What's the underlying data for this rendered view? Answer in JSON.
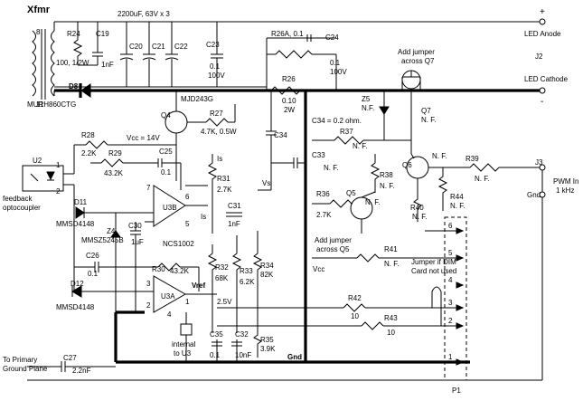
{
  "labels": {
    "xfmr": "Xfmr",
    "pin8": "8",
    "pin11": "11",
    "cap_bank": "2200uF, 63V x 3",
    "r24": "R24",
    "r24_val": "100, 1/2W",
    "c19": "C19",
    "c19_val": "1nF",
    "c20": "C20",
    "c21": "C21",
    "c22": "C22",
    "c23": "C23",
    "c23_val1": "0.1",
    "c23_val2": "100V",
    "d8": "D8",
    "d8_part": "MURH860CTG",
    "r26a": "R26A, 0.1",
    "c24": "C24",
    "c24_val1": "0.1",
    "c24_val2": "100V",
    "r26": "R26",
    "r26_val1": "0.10",
    "r26_val2": "2W",
    "c34": "C34",
    "c34_note": "C34 = 0.2 ohm.",
    "jumper_q7_1": "Add jumper",
    "jumper_q7_2": "across Q7",
    "z5": "Z5",
    "z5_val": "N.F.",
    "q7": "Q7",
    "q7_val": "N. F.",
    "plus": "+",
    "minus": "-",
    "led_anode": "LED Anode",
    "j2": "J2",
    "led_cathode": "LED Cathode",
    "q4": "Q4",
    "q4_part": "MJD243G",
    "r27": "R27",
    "r27_val": "4.7K, 0.5W",
    "r28": "R28",
    "r28_val": "2.2K",
    "vcc14": "Vcc = 14V",
    "r29": "R29",
    "r29_val": "43.2K",
    "c25": "C25",
    "c25_val": "0.1",
    "is1": "Is",
    "vs": "Vs",
    "r37": "R37",
    "r37_val": "N. F.",
    "u2": "U2",
    "fb1": "feedback",
    "fb2": "optocoupler",
    "p1": "1",
    "p2": "2",
    "d11": "D11",
    "d11_part": "MMSD4148",
    "z4": "Z4",
    "z4_part": "MMSZ5245B",
    "c30": "C30",
    "c30_val": "1uF",
    "r31": "R31",
    "r31_val": "2.7K",
    "u3b": "U3B",
    "pin7": "7",
    "pin6": "6",
    "pin5": "5",
    "is2": "Is",
    "c31": "C31",
    "c31_val": "1nF",
    "ncs": "NCS1002",
    "c33": "C33",
    "c33_val": "N. F.",
    "q6": "Q6",
    "q6_val": "N. F.",
    "r39": "R39",
    "r39_val": "N. F.",
    "j3": "J3",
    "pwm1": "PWM In",
    "pwm2": "1 kHz",
    "gnd_r": "Gnd",
    "r38": "R38",
    "r38_val": "N. F.",
    "r36": "R36",
    "r36_val": "2.7K",
    "q5": "Q5",
    "q5_val": "N. F.",
    "r44": "R44",
    "r44_val": "N. F.",
    "r40": "R40",
    "r40_val": "N. F.",
    "jumper_q5_1": "Add jumper",
    "jumper_q5_2": "across Q5",
    "r41": "R41",
    "r41_val": "N. F.",
    "vcc": "Vcc",
    "c26": "C26",
    "c26_val": "0.1",
    "r30": "R30",
    "r30_val": "43.2K",
    "r32": "R32",
    "r32_val": "68K",
    "r33": "R33",
    "r33_val": "6.2K",
    "r34": "R34",
    "r34_val": "82K",
    "jdim1": "Jumper if DIM",
    "jdim2": "Card not used",
    "d12": "D12",
    "d12_part": "MMSD4148",
    "u3a": "U3A",
    "vref": "Vref",
    "v25": "2.5V",
    "pin3": "3",
    "pin2": "2",
    "pin1": "1",
    "pin4": "4",
    "r42": "R42",
    "r42_val": "10",
    "r43": "R43",
    "r43_val": "10",
    "int1": "internal",
    "int2": "to U3",
    "c35": "C35",
    "c35_val": "0.1",
    "c32": "C32",
    "c32_val": "10nF",
    "r35": "R35",
    "r35_val": "3.9K",
    "gnd": "Gnd",
    "prim1": "To Primary",
    "prim2": "Ground Plane",
    "c27": "C27",
    "c27_val": "2.2nF",
    "conn6": "6",
    "conn5": "5",
    "conn4": "4",
    "conn3": "3",
    "conn2": "2",
    "conn1": "1",
    "p1_label": "P1"
  }
}
